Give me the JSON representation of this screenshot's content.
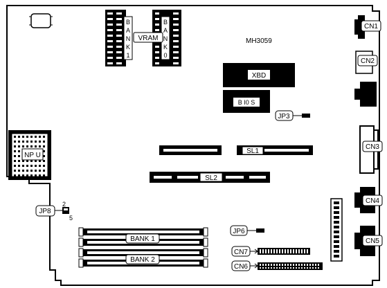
{
  "board": {
    "model": "MH3059",
    "labels": {
      "cn1": "CN1",
      "cn2": "CN2",
      "cn3": "CN3",
      "cn4": "CN4",
      "cn5": "CN5",
      "cn6": "CN6",
      "cn7": "CN7",
      "jp3": "JP3",
      "jp6": "JP6",
      "jp8": "JP8",
      "jp8_pin_top": "2",
      "jp8_pin_bottom": "5",
      "sl1": "SL1",
      "sl2": "SL2",
      "xbd": "XBD",
      "bios": "B I0 S",
      "npu": "NP U",
      "vram": "VRAM",
      "bank1_top": [
        "B",
        "A",
        "N",
        "K",
        "1"
      ],
      "bank0_top": [
        "B",
        "A",
        "N",
        "K",
        "0"
      ],
      "bank1_bottom": "BANK 1",
      "bank2_bottom": "BANK 2"
    }
  }
}
